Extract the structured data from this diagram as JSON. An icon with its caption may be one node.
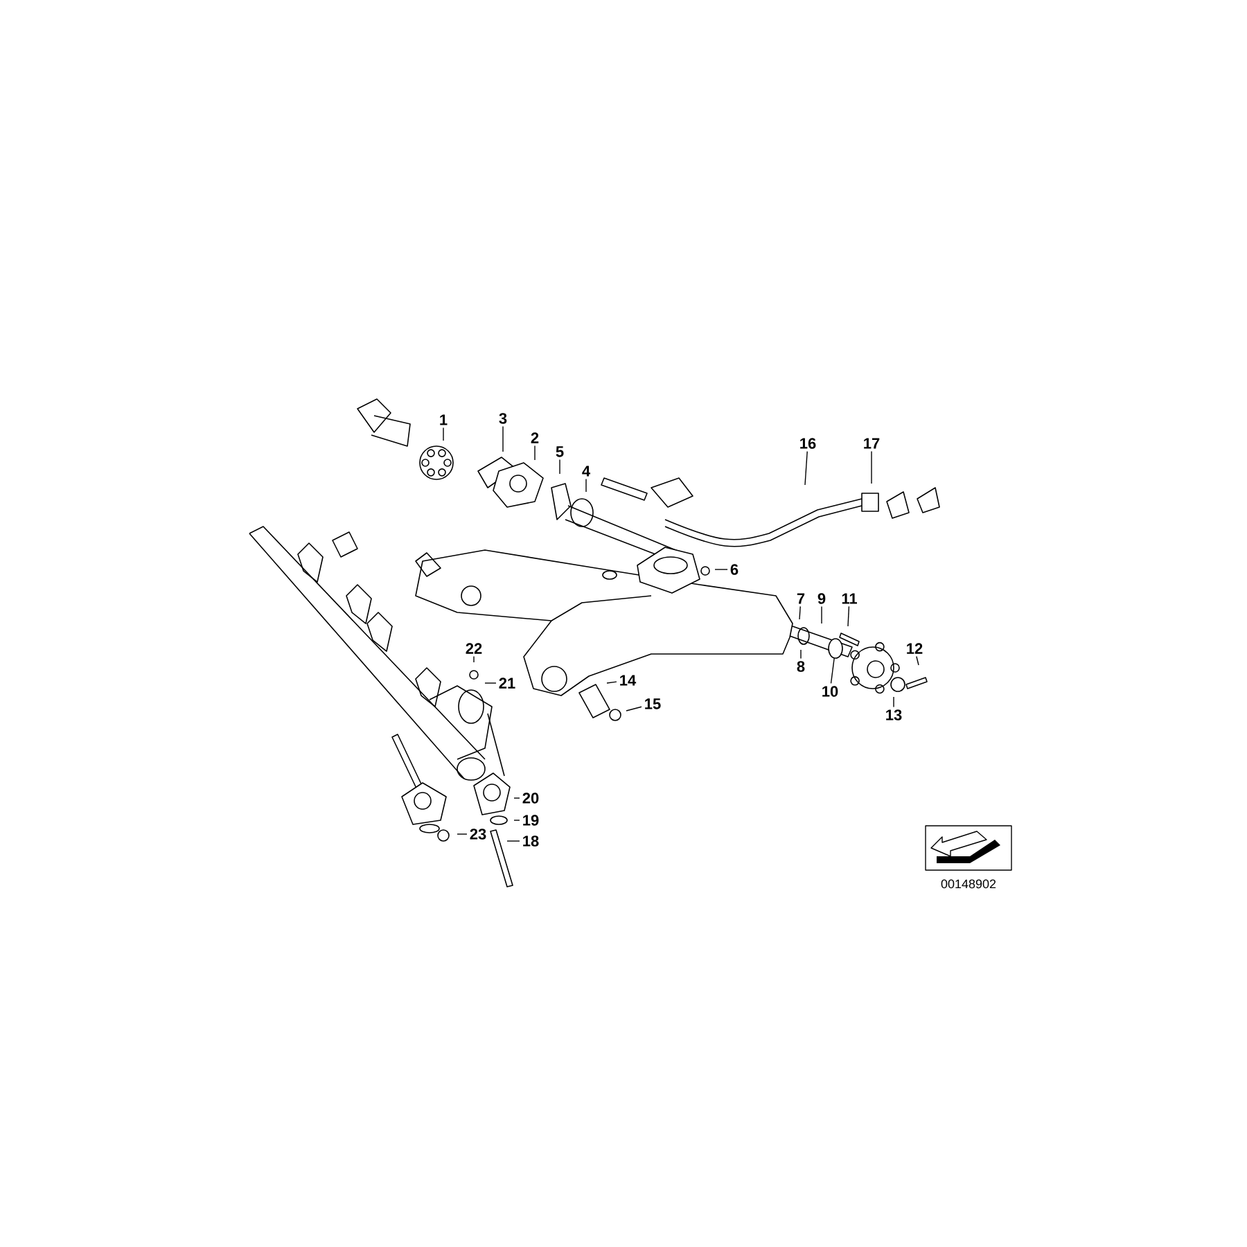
{
  "diagram": {
    "nodes": [
      {
        "text": [
          "1"
        ]
      },
      {
        "text": [
          "3"
        ]
      },
      {
        "text": [
          "2"
        ]
      },
      {
        "text": [
          "16"
        ]
      },
      {
        "text": [
          "17"
        ]
      },
      {
        "text": [
          "5"
        ]
      },
      {
        "text": [
          "4"
        ]
      },
      {
        "text": [
          "6"
        ]
      },
      {
        "text": [
          "7"
        ]
      },
      {
        "text": [
          "9"
        ]
      },
      {
        "text": [
          "11"
        ]
      },
      {
        "text": [
          "12"
        ]
      },
      {
        "text": [
          "22"
        ]
      },
      {
        "text": [
          "8"
        ]
      },
      {
        "text": [
          "14"
        ]
      },
      {
        "text": [
          "21"
        ]
      },
      {
        "text": [
          "10"
        ]
      },
      {
        "text": [
          "15"
        ]
      },
      {
        "text": [
          "13"
        ]
      },
      {
        "text": [
          "20"
        ]
      },
      {
        "text": [
          "19"
        ]
      },
      {
        "text": [
          "23"
        ]
      },
      {
        "text": [
          "18"
        ]
      },
      {
        "text": [],
        "shape": "circle"
      }
    ],
    "edges": [
      {
        "from": 0,
        "to": null,
        "arrow": "none"
      },
      {
        "from": 1,
        "to": null,
        "arrow": "none"
      },
      {
        "from": 2,
        "to": null,
        "arrow": "none"
      },
      {
        "from": 3,
        "to": null,
        "arrow": "none"
      },
      {
        "from": 4,
        "to": null,
        "arrow": "none"
      },
      {
        "from": 5,
        "to": null,
        "arrow": "none"
      },
      {
        "from": 6,
        "to": null,
        "arrow": "none"
      },
      {
        "from": 7,
        "to": null,
        "arrow": "none"
      },
      {
        "from": 8,
        "to": null,
        "arrow": "none"
      },
      {
        "from": 9,
        "to": null,
        "arrow": "none"
      },
      {
        "from": 10,
        "to": null,
        "arrow": "none"
      },
      {
        "from": 11,
        "to": null,
        "arrow": "none"
      },
      {
        "from": 12,
        "to": null,
        "arrow": "none"
      },
      {
        "from": 13,
        "to": null,
        "arrow": "none"
      },
      {
        "from": 14,
        "to": null,
        "arrow": "none"
      },
      {
        "from": 15,
        "to": null,
        "arrow": "none"
      },
      {
        "from": 16,
        "to": 23,
        "arrow": "none"
      },
      {
        "from": 17,
        "to": null,
        "arrow": "none"
      },
      {
        "from": 18,
        "to": null,
        "arrow": "none"
      },
      {
        "from": 19,
        "to": null,
        "arrow": "none"
      },
      {
        "from": 20,
        "to": null,
        "arrow": "none"
      },
      {
        "from": 21,
        "to": null,
        "arrow": "none"
      },
      {
        "from": 22,
        "to": null,
        "arrow": "none"
      }
    ],
    "labels": [
      "00148902"
    ]
  }
}
